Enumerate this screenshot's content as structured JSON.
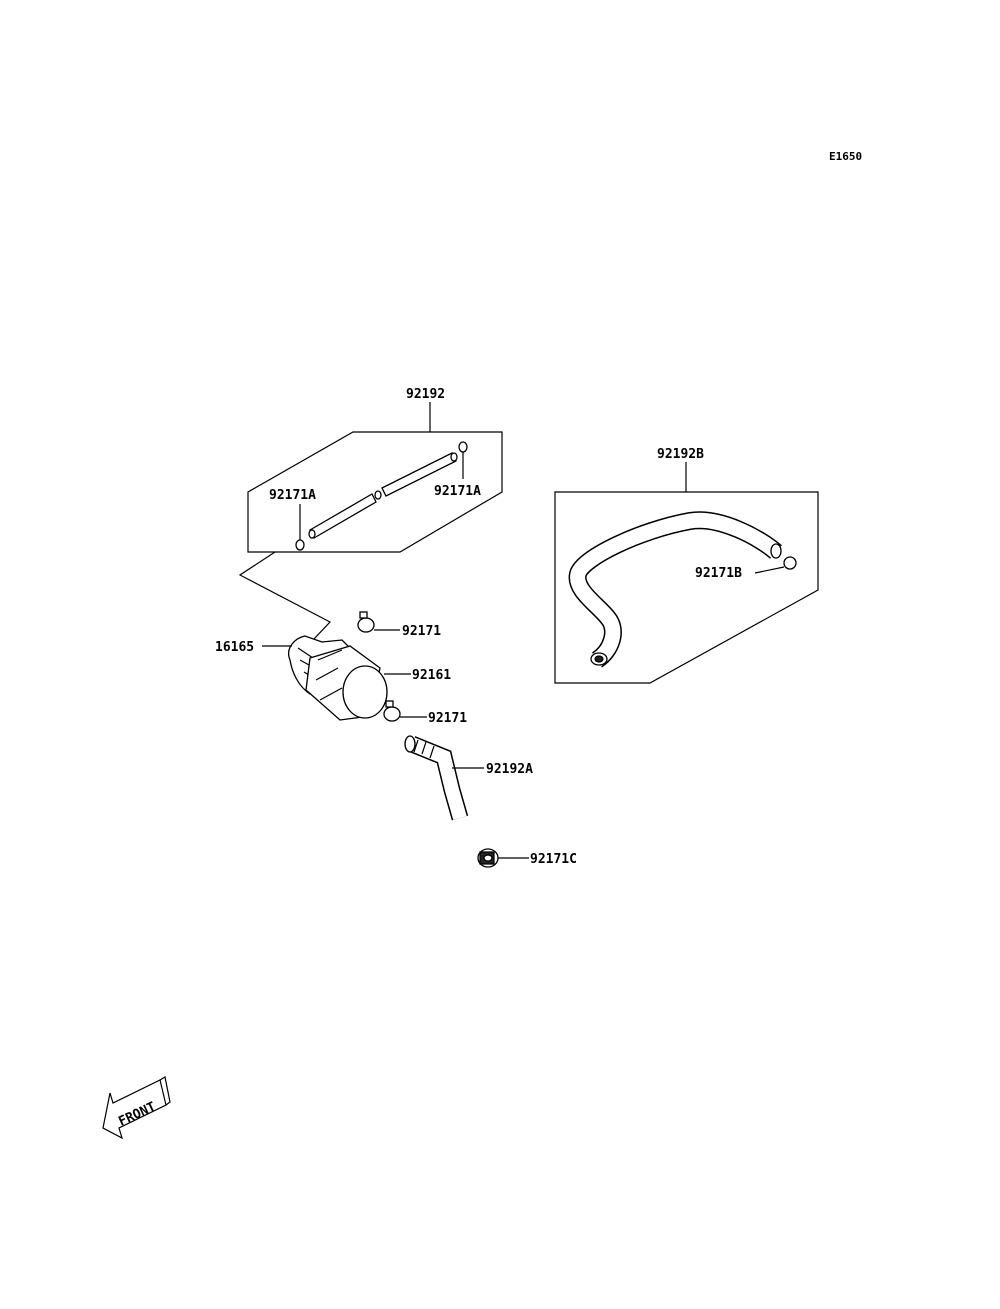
{
  "diagram_code": "E1650",
  "parts": [
    {
      "id": "p92192",
      "label": "92192"
    },
    {
      "id": "p92171A_left",
      "label": "92171A"
    },
    {
      "id": "p92171A_right",
      "label": "92171A"
    },
    {
      "id": "p92192B",
      "label": "92192B"
    },
    {
      "id": "p92171B",
      "label": "92171B"
    },
    {
      "id": "p16165",
      "label": "16165"
    },
    {
      "id": "p92171_top",
      "label": "92171"
    },
    {
      "id": "p92161",
      "label": "92161"
    },
    {
      "id": "p92171_bottom",
      "label": "92171"
    },
    {
      "id": "p92192A",
      "label": "92192A"
    },
    {
      "id": "p92171C",
      "label": "92171C"
    }
  ],
  "direction_label": "FRONT"
}
